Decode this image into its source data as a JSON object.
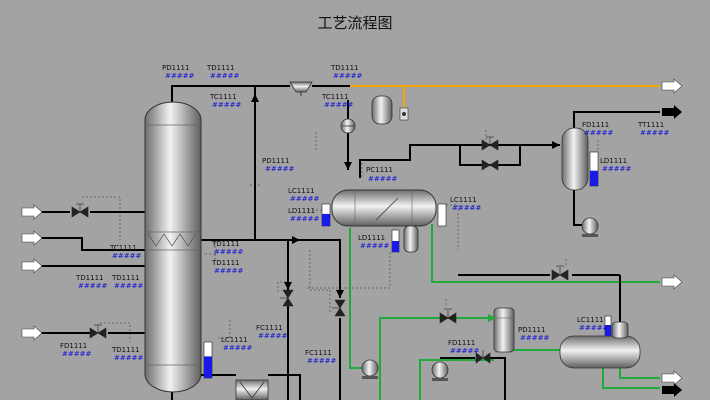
{
  "title": "工艺流程图",
  "tags": [
    {
      "id": "pd-top",
      "tag": "PD1111",
      "value": "#####"
    },
    {
      "id": "td-top",
      "tag": "TD1111",
      "value": "#####"
    },
    {
      "id": "tc-mid",
      "tag": "TC1111",
      "value": "#####"
    },
    {
      "id": "td-cond",
      "tag": "TD1111",
      "value": "#####"
    },
    {
      "id": "tc-cond",
      "tag": "TC1111",
      "value": "#####"
    },
    {
      "id": "pd-side",
      "tag": "PD1111",
      "value": "#####"
    },
    {
      "id": "pc-drum",
      "tag": "PC1111",
      "value": "#####"
    },
    {
      "id": "lc-drum",
      "tag": "LC1111",
      "value": "#####"
    },
    {
      "id": "ld-drum-left",
      "tag": "LD1111",
      "value": "#####"
    },
    {
      "id": "lc-drum-right",
      "tag": "LC1111",
      "value": "#####"
    },
    {
      "id": "ld-drum-boot",
      "tag": "LD1111",
      "value": "#####"
    },
    {
      "id": "td-col-1",
      "tag": "TD1111",
      "value": "#####"
    },
    {
      "id": "td-col-2",
      "tag": "TD1111",
      "value": "#####"
    },
    {
      "id": "tc-feed",
      "tag": "TC1111",
      "value": "#####"
    },
    {
      "id": "td-feed",
      "tag": "TD1111",
      "value": "#####"
    },
    {
      "id": "td-feed-2",
      "tag": "TD1111",
      "value": "#####"
    },
    {
      "id": "fd-bottom",
      "tag": "FD1111",
      "value": "#####"
    },
    {
      "id": "td-bottom",
      "tag": "TD1111",
      "value": "#####"
    },
    {
      "id": "lc-bottom",
      "tag": "LC1111",
      "value": "#####"
    },
    {
      "id": "fc-left",
      "tag": "FC1111",
      "value": "#####"
    },
    {
      "id": "fc-mid",
      "tag": "FC1111",
      "value": "#####"
    },
    {
      "id": "fd-right",
      "tag": "FD1111",
      "value": "#####"
    },
    {
      "id": "pd-filter",
      "tag": "PD1111",
      "value": "#####"
    },
    {
      "id": "lc-tank",
      "tag": "LC1111",
      "value": "#####"
    },
    {
      "id": "fd-sep",
      "tag": "FD1111",
      "value": "#####"
    },
    {
      "id": "ld-sep",
      "tag": "LD1111",
      "value": "#####"
    },
    {
      "id": "tt-right",
      "tag": "TT1111",
      "value": "#####"
    }
  ],
  "levels": {
    "column_bottom": 0.6,
    "drum_left": 0.55,
    "drum_boot": 0.5,
    "separator": 0.45,
    "tank": 0.55
  },
  "colors": {
    "background": "#a3a3a3",
    "process_line": "#000000",
    "utility_line": "#f0a800",
    "water_line": "#1faa3a",
    "signal_line": "#555555",
    "tag_value": "#1414d8",
    "level_fill": "#1a1ae6"
  }
}
